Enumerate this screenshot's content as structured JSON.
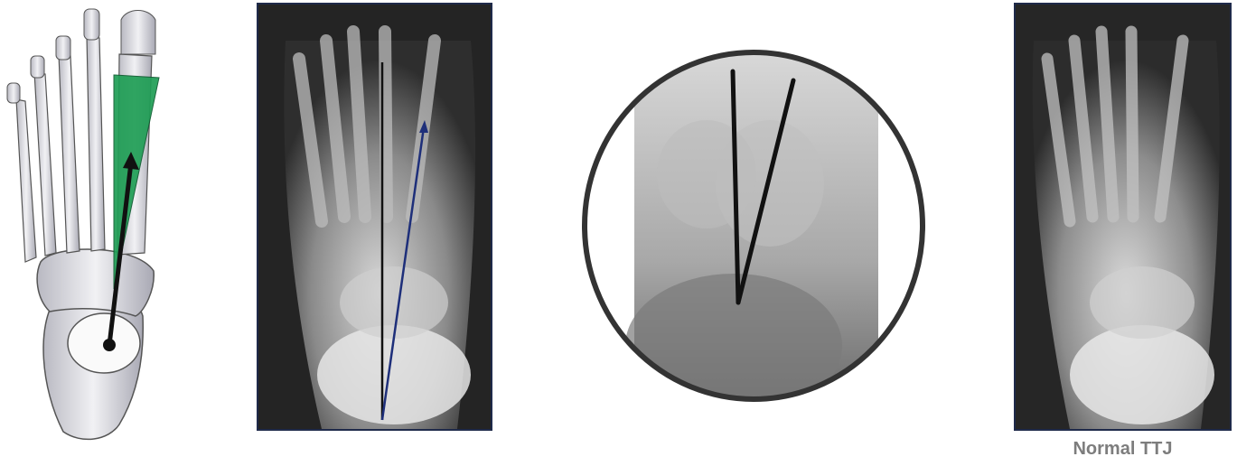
{
  "captions": {
    "normal": "Normal TTJ"
  },
  "colors": {
    "green_wedge": "#1f9e55",
    "ap_axis_line": "#111111",
    "ap_metatarsal_line": "#1e2f7a",
    "circle_border": "#333333",
    "panel_border": "#1f2a4a",
    "caption_gray": "#7d7d7d"
  },
  "panels": [
    {
      "name": "anatomy-illustration",
      "icon": "foot-skeleton-illustration"
    },
    {
      "name": "xray-ap-with-lines",
      "icon": "foot-radiograph"
    },
    {
      "name": "xray-circle-magnified",
      "icon": "talus-radiograph-circle"
    },
    {
      "name": "xray-normal-ttj",
      "icon": "foot-radiograph"
    }
  ]
}
